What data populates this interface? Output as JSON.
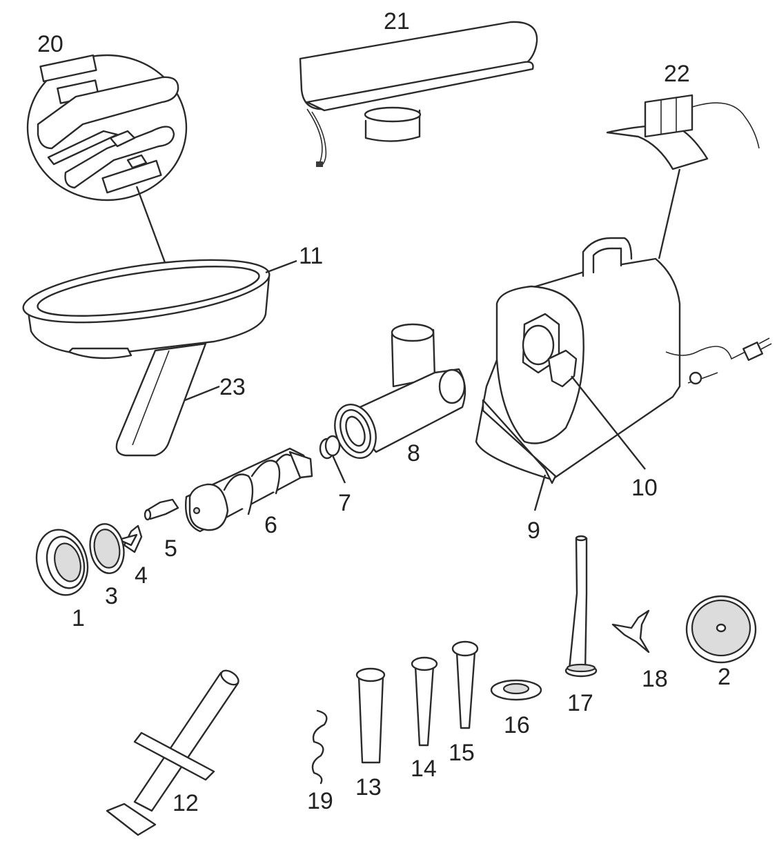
{
  "diagram": {
    "labels": {
      "l1": "1",
      "l2": "2",
      "l3": "3",
      "l4": "4",
      "l5": "5",
      "l6": "6",
      "l7": "7",
      "l8": "8",
      "l9": "9",
      "l10": "10",
      "l11": "11",
      "l12": "12",
      "l13": "13",
      "l14": "14",
      "l15": "15",
      "l16": "16",
      "l17": "17",
      "l18": "18",
      "l19": "19",
      "l20": "20",
      "l21": "21",
      "l22": "22",
      "l23": "23"
    },
    "colors": {
      "stroke": "#2a2a2a",
      "text": "#222222",
      "fill": "#ffffff"
    }
  }
}
